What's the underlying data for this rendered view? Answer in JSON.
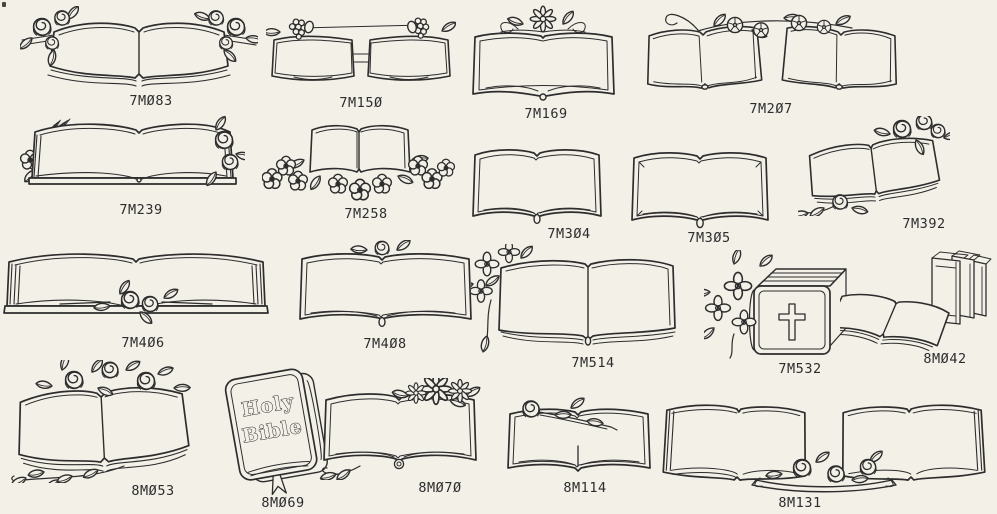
{
  "page": {
    "background_color": "#f3f0e8",
    "ink_color": "#2d2d2d",
    "kind": "scanned catalog sheet of carved open-book memorial designs"
  },
  "bible_cover": {
    "line1": "Holy",
    "line2": "Bible"
  },
  "designs": [
    {
      "code": "7M083",
      "label": "7MØ83",
      "art": "open-book-with-corner-roses"
    },
    {
      "code": "7M150",
      "label": "7M15Ø",
      "art": "twin-panels-with-grape-clusters"
    },
    {
      "code": "7M169",
      "label": "7M169",
      "art": "book-with-scroll-flower-crest"
    },
    {
      "code": "7M207",
      "label": "7M2Ø7",
      "art": "twin-books-with-morning-glory-vine"
    },
    {
      "code": "7M239",
      "label": "7M239",
      "art": "wide-book-with-wheat-and-roses"
    },
    {
      "code": "7M258",
      "label": "7M258",
      "art": "book-with-pansy-border"
    },
    {
      "code": "7M304",
      "label": "7M3Ø4",
      "art": "plain-open-book"
    },
    {
      "code": "7M305",
      "label": "7M3Ø5",
      "art": "plain-open-book"
    },
    {
      "code": "7M392",
      "label": "7M392",
      "art": "tilted-book-with-rose-sprays"
    },
    {
      "code": "7M406",
      "label": "7M4Ø6",
      "art": "wide-book-with-bottom-roses"
    },
    {
      "code": "7M408",
      "label": "7M4Ø8",
      "art": "book-with-top-rose"
    },
    {
      "code": "7M514",
      "label": "7M514",
      "art": "book-with-dogwood-spray"
    },
    {
      "code": "7M532",
      "label": "7M532",
      "art": "closed-bible-with-cross-and-dogwood"
    },
    {
      "code": "8M042",
      "label": "8MØ42",
      "art": "open-book-with-standing-books"
    },
    {
      "code": "8M053",
      "label": "8MØ53",
      "art": "book-with-rose-garland-and-branch"
    },
    {
      "code": "8M069",
      "label": "8MØ69",
      "art": "holy-bible-with-bookmark"
    },
    {
      "code": "8M070",
      "label": "8MØ7Ø",
      "art": "book-with-daisies-and-ivy"
    },
    {
      "code": "8M114",
      "label": "8M114",
      "art": "book-with-long-stem-rose"
    },
    {
      "code": "8M131",
      "label": "8M131",
      "art": "twin-books-with-rose-swag"
    }
  ]
}
